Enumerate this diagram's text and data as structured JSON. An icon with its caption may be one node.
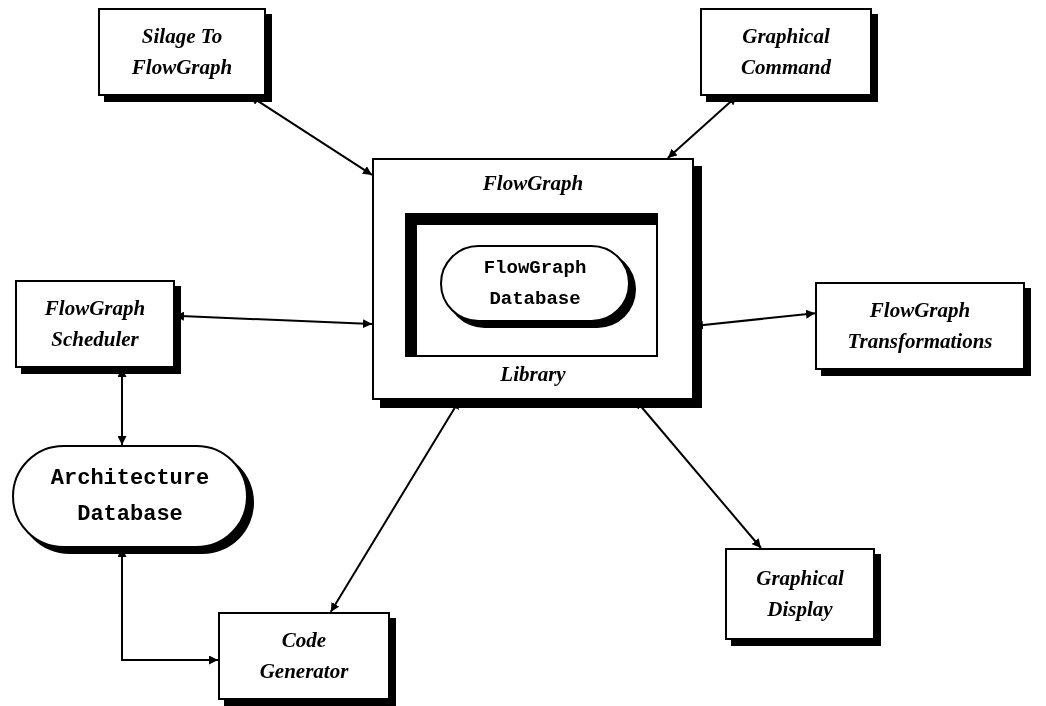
{
  "diagram": {
    "nodes": [
      {
        "text": [
          "Silage To FlowGraph"
        ]
      },
      {
        "text": [
          "Graphical Command"
        ]
      },
      {
        "text": [
          "FlowGraph",
          "Library"
        ]
      },
      {
        "text": [],
        "shape": "box",
        "in": 2
      },
      {
        "text": [
          "FlowGraph Database"
        ],
        "in": 3
      },
      {
        "text": [
          "FlowGraph Scheduler"
        ]
      },
      {
        "text": [
          "FlowGraph Transformations"
        ]
      },
      {
        "text": [
          "Architecture Database"
        ]
      },
      {
        "text": [
          "Graphical Display"
        ]
      },
      {
        "text": [
          "Code Generator"
        ]
      }
    ],
    "edges": [
      {
        "from": 0,
        "to": 2,
        "arrow": "both"
      },
      {
        "from": 1,
        "to": 2,
        "arrow": "both"
      },
      {
        "from": 5,
        "to": 2,
        "arrow": "both"
      },
      {
        "from": 6,
        "to": 2,
        "arrow": "both"
      },
      {
        "from": 5,
        "to": 7,
        "arrow": "both"
      },
      {
        "from": 7,
        "to": 9,
        "arrow": "both"
      },
      {
        "from": 9,
        "to": 2,
        "arrow": "both"
      },
      {
        "from": 8,
        "to": 2,
        "arrow": "both"
      }
    ]
  }
}
